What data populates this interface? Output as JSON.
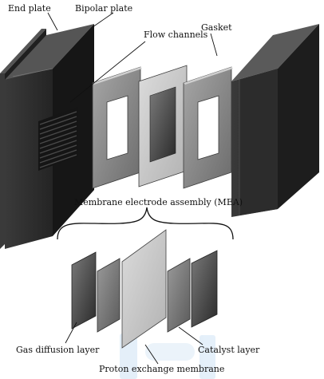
{
  "labels": {
    "end_plate": "End plate",
    "bipolar_plate": "Bipolar plate",
    "flow_channels": "Flow channels",
    "gasket": "Gasket",
    "mea": "Membrane electrode assembly (MEA)",
    "gas_diffusion_layer": "Gas diffusion layer",
    "catalyst_layer": "Catalyst layer",
    "proton_exchange_membrane": "Proton exchange membrane"
  },
  "colors": {
    "end_plate_front": "#2e2e2e",
    "end_plate_side": "#1a1a1a",
    "gasket": "#8c8c8c",
    "membrane": "#c9c9c9",
    "catalyst_layer": "#6e6e6e",
    "gas_diffusion_layer": "#4a4a4a",
    "watermark": "#cfe3f5"
  }
}
